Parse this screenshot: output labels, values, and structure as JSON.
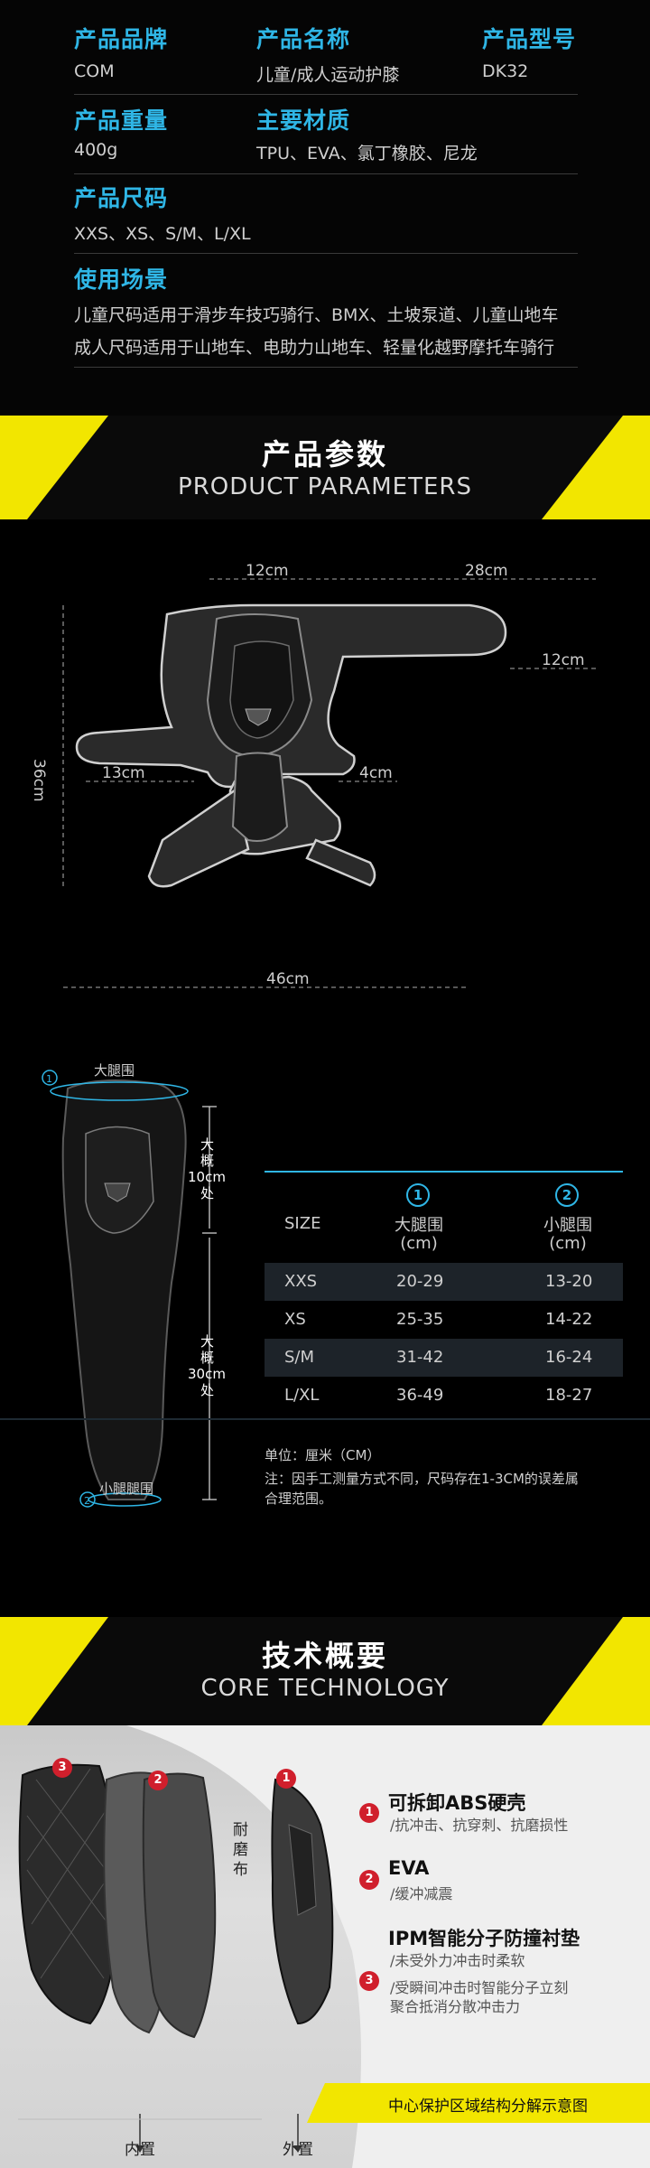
{
  "specs": {
    "brand": {
      "label": "产品品牌",
      "value": "COM"
    },
    "name": {
      "label": "产品名称",
      "value": "儿童/成人运动护膝"
    },
    "model": {
      "label": "产品型号",
      "value": "DK32"
    },
    "weight": {
      "label": "产品重量",
      "value": "400g"
    },
    "material": {
      "label": "主要材质",
      "value": "TPU、EVA、氯丁橡胶、尼龙"
    },
    "size": {
      "label": "产品尺码",
      "value": "XXS、XS、S/M、L/XL"
    },
    "usage": {
      "label": "使用场景",
      "lines": [
        "儿童尺码适用于滑步车技巧骑行、BMX、土坡泵道、儿童山地车",
        "成人尺码适用于山地车、电助力山地车、轻量化越野摩托车骑行"
      ]
    }
  },
  "parameters": {
    "title": "产品参数",
    "subtitle": "PRODUCT PARAMETERS",
    "dims": {
      "top_left": "12cm",
      "top_right": "28cm",
      "right_strap": "12cm",
      "height": "36cm",
      "left_strap": "13cm",
      "inner": "4cm",
      "bottom": "46cm"
    }
  },
  "leg": {
    "thigh_label": "大腿围",
    "calf_label": "小腿腿围",
    "upper_measure": [
      "大",
      "概",
      "10cm",
      "处"
    ],
    "lower_measure": [
      "大",
      "概",
      "30cm",
      "处"
    ],
    "marker_1": "1",
    "marker_2": "2"
  },
  "size_table": {
    "col_size": "SIZE",
    "col_thigh": {
      "num": "1",
      "name": "大腿围",
      "unit": "(cm)"
    },
    "col_calf": {
      "num": "2",
      "name": "小腿围",
      "unit": "(cm)"
    },
    "rows": [
      {
        "size": "XXS",
        "thigh": "20-29",
        "calf": "13-20"
      },
      {
        "size": "XS",
        "thigh": "25-35",
        "calf": "14-22"
      },
      {
        "size": "S/M",
        "thigh": "31-42",
        "calf": "16-24"
      },
      {
        "size": "L/XL",
        "thigh": "36-49",
        "calf": "18-27"
      }
    ],
    "unit": "单位：厘米（CM）",
    "note_line1": "注：因手工测量方式不同，尺码存在1-3CM的误差属",
    "note_line2": "合理范围。"
  },
  "core": {
    "title": "技术概要",
    "subtitle": "CORE TECHNOLOGY",
    "features": [
      {
        "num": "1",
        "title": "可拆卸ABS硬壳",
        "desc": [
          "/抗冲击、抗穿刺、抗磨损性"
        ]
      },
      {
        "num": "2",
        "title": "EVA",
        "desc": [
          "/缓冲减震"
        ]
      },
      {
        "num": "3",
        "title": "IPM智能分子防撞衬垫",
        "desc": [
          "/未受外力冲击时柔软",
          "/受瞬间冲击时智能分子立刻",
          "聚合抵消分散冲击力"
        ]
      }
    ],
    "fabric_label": [
      "耐",
      "磨",
      "布"
    ],
    "inner_label": "内置",
    "outer_label": "外置",
    "caption": "中心保护区域结构分解示意图",
    "layer_marks": [
      "3",
      "2",
      "1"
    ]
  },
  "colors": {
    "accent_blue": "#2fb6e6",
    "brand_yellow": "#f2e600",
    "marker_red": "#d01f2c"
  }
}
